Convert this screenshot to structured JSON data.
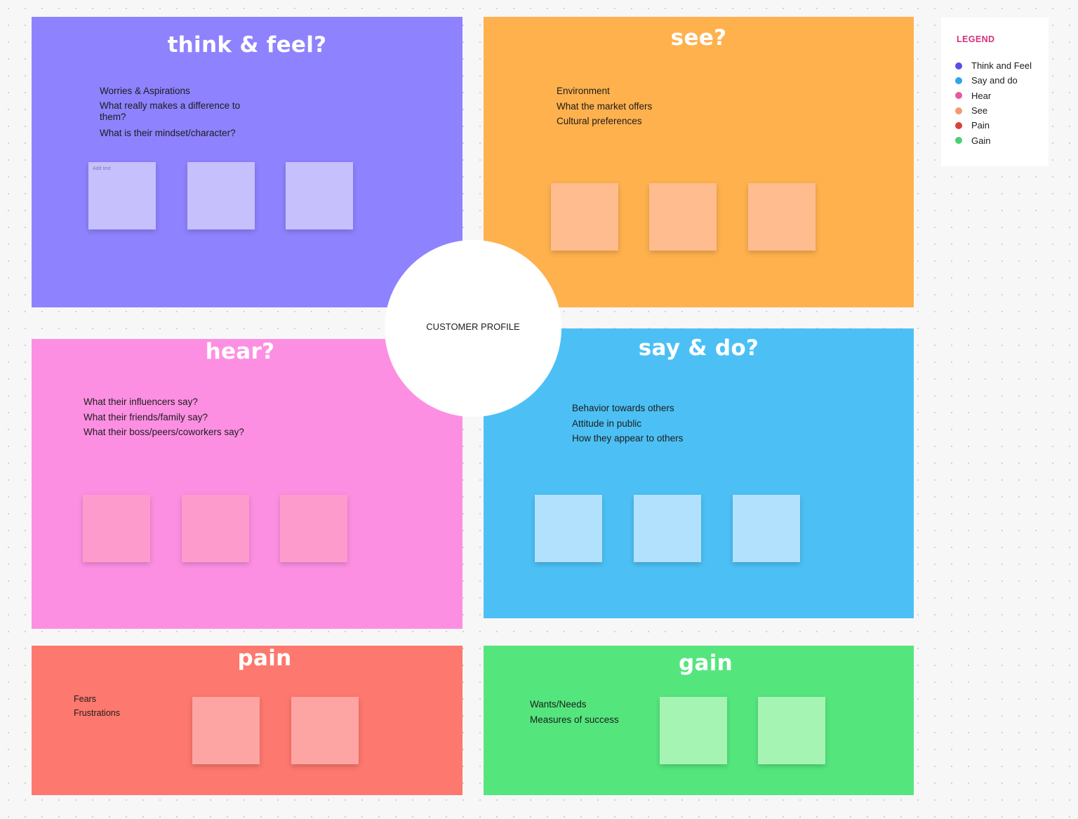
{
  "canvas": {
    "center_label": "CUSTOMER PROFILE"
  },
  "quadrants": {
    "think_feel": {
      "title": "think & feel?",
      "color": "#8e82fe",
      "sticky_color": "#c6c1fd",
      "prompts": [
        "Worries & Aspirations",
        "What really makes a difference to them?",
        "What is their mindset/character?"
      ],
      "sticky_label": "Add text"
    },
    "see": {
      "title": "see?",
      "color": "#ffb14e",
      "sticky_color": "#ffbd8f",
      "prompts": [
        "Environment",
        "What the market offers",
        "Cultural preferences"
      ]
    },
    "hear": {
      "title": "hear?",
      "color": "#fd8fe3",
      "sticky_color": "#fd9bcd",
      "prompts": [
        "What their influencers say?",
        "What their friends/family say?",
        "What their boss/peers/coworkers say?"
      ]
    },
    "say_do": {
      "title": "say & do?",
      "color": "#4cc0f5",
      "sticky_color": "#b2e1fd",
      "prompts": [
        "Behavior towards others",
        "Attitude in public",
        "How they appear to others"
      ]
    },
    "pain": {
      "title": "pain",
      "color": "#fd786e",
      "sticky_color": "#fda5a2",
      "prompts": [
        "Fears",
        "Frustrations"
      ]
    },
    "gain": {
      "title": "gain",
      "color": "#54e67d",
      "sticky_color": "#a6f4b4",
      "prompts": [
        "Wants/Needs",
        "Measures of success"
      ]
    }
  },
  "legend": {
    "title": "LEGEND",
    "title_color": "#d6307c",
    "items": [
      {
        "label": "Think and Feel",
        "color": "#5b4ce8"
      },
      {
        "label": "Say and do",
        "color": "#2da7e6"
      },
      {
        "label": "Hear",
        "color": "#e9589f"
      },
      {
        "label": "See",
        "color": "#f39a6d"
      },
      {
        "label": "Pain",
        "color": "#d6423a"
      },
      {
        "label": "Gain",
        "color": "#4ccf73"
      }
    ]
  }
}
